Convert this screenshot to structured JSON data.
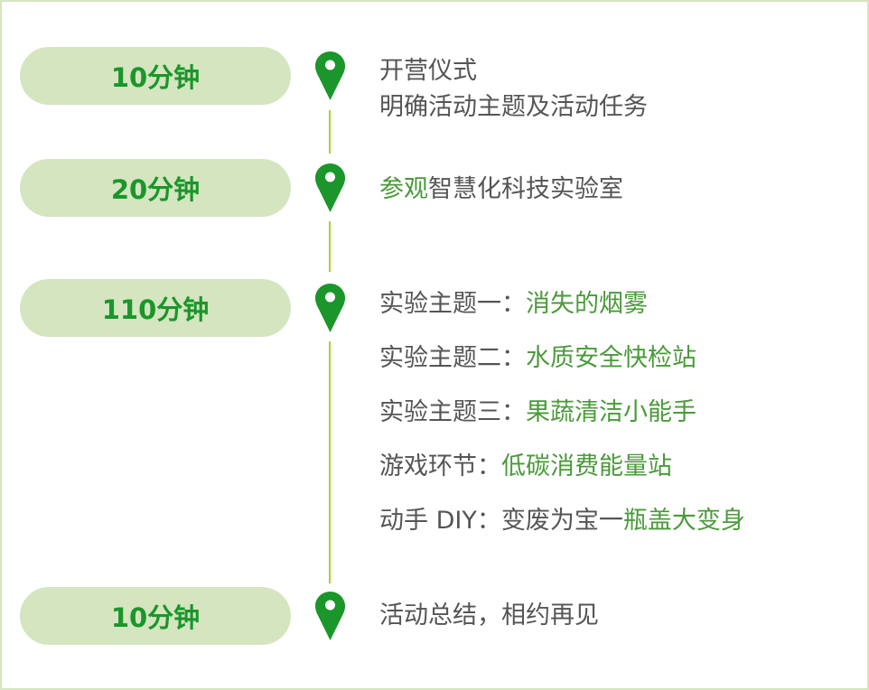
{
  "colors": {
    "pill_bg": "#d4e5c0",
    "pill_text": "#1a962a",
    "pin": "#1a962a",
    "line": "#a8d42a",
    "text": "#555555",
    "highlight": "#4a9a3a"
  },
  "steps": [
    {
      "duration": "10分钟",
      "lines": [
        {
          "plain": "开营仪式"
        },
        {
          "plain": "明确活动主题及活动任务"
        }
      ]
    },
    {
      "duration": "20分钟",
      "lines": [
        {
          "green": "参观",
          "plain": "智慧化科技实验室"
        }
      ]
    },
    {
      "duration": "110分钟",
      "lines": [
        {
          "plain": "实验主题一：",
          "green": "消失的烟雾"
        },
        {
          "plain": "实验主题二：",
          "green": "水质安全快检站"
        },
        {
          "plain": "实验主题三：",
          "green": "果蔬清洁小能手"
        },
        {
          "plain": "游戏环节：",
          "green": "低碳消费能量站"
        },
        {
          "plain": "动手 DIY：变废为宝一",
          "green": "瓶盖大变身"
        }
      ]
    },
    {
      "duration": "10分钟",
      "lines": [
        {
          "plain": "活动总结，相约再见"
        }
      ]
    }
  ]
}
